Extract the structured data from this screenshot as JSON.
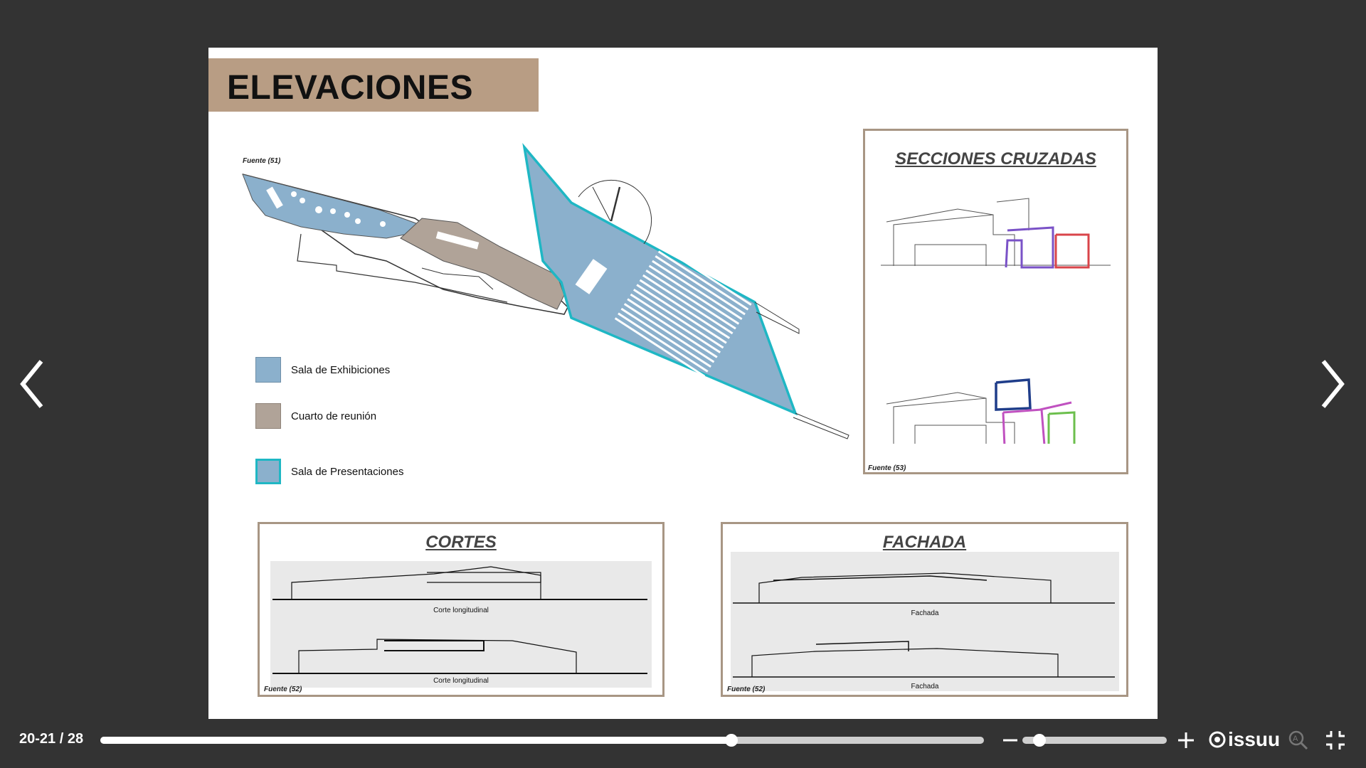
{
  "document": {
    "title": "ELEVACIONES",
    "source_plan": "Fuente (51)",
    "legend": [
      {
        "label": "Sala de Exhibiciones",
        "color": "#8bb0cc",
        "border": "#6f8fa8"
      },
      {
        "label": "Cuarto de reunión",
        "color": "#b0a398",
        "border": "#8f8379"
      },
      {
        "label": "Sala de Presentaciones",
        "color": "#8bb0cc",
        "border": "#1fb7c4"
      }
    ],
    "secciones": {
      "title": "SECCIONES CRUZADAS",
      "source": "Fuente (53)"
    },
    "cortes": {
      "title": "CORTES",
      "caption_1": "Corte longitudinal",
      "caption_2": "Corte longitudinal",
      "source": "Fuente (52)"
    },
    "fachada": {
      "title": "FACHADA",
      "caption_1": "Fachada",
      "caption_2": "Fachada",
      "source": "Fuente (52)"
    }
  },
  "viewer": {
    "page_counter": "20-21 / 28",
    "progress_fraction": 0.714,
    "zoom_fraction": 0.12,
    "brand": "issuu",
    "colors": {
      "background": "#333333",
      "track": "#cfcfcf",
      "handle": "#ffffff"
    }
  }
}
